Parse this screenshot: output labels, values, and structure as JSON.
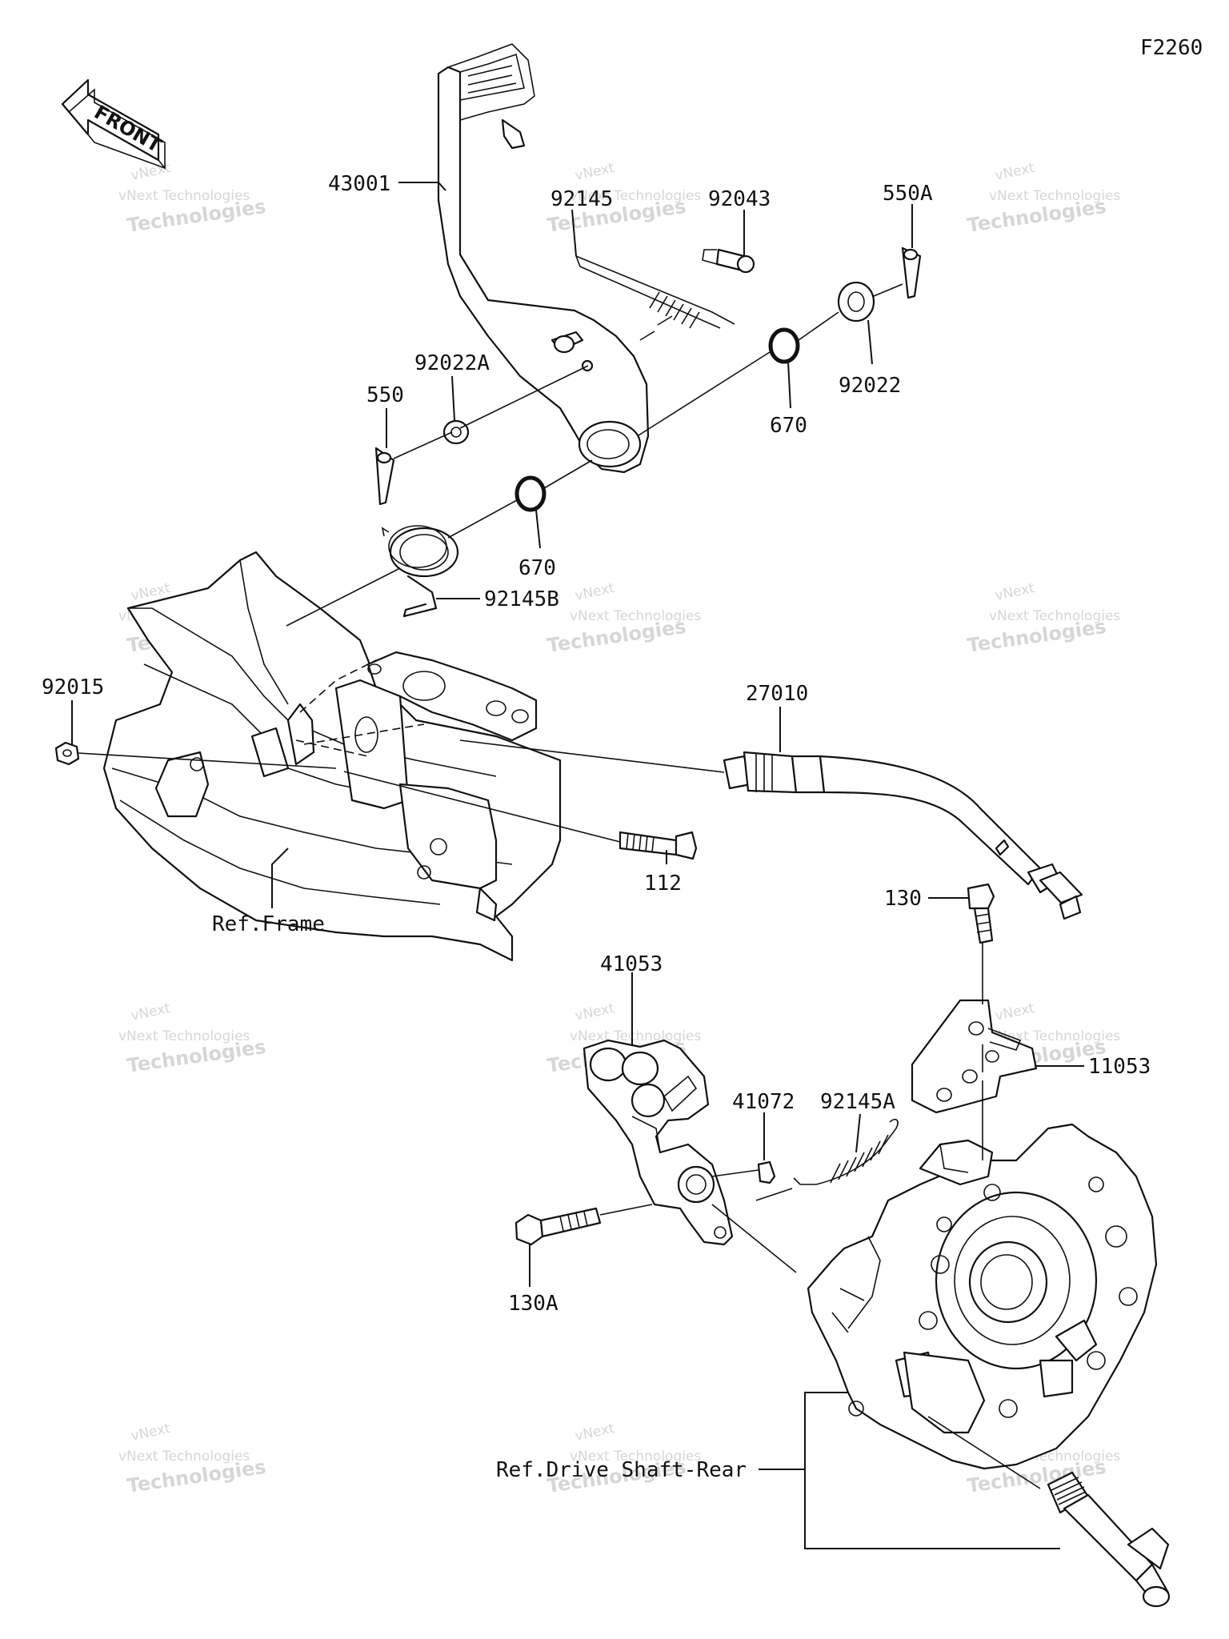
{
  "diagram_code": "F2260",
  "front_label": "FRONT",
  "watermark": {
    "line1": "vNext",
    "line2": "vNext Technologies",
    "line3": "Technologies"
  },
  "callouts": [
    {
      "id": "43001",
      "label": "43001"
    },
    {
      "id": "92145",
      "label": "92145"
    },
    {
      "id": "92043",
      "label": "92043"
    },
    {
      "id": "550A",
      "label": "550A"
    },
    {
      "id": "92022A",
      "label": "92022A"
    },
    {
      "id": "550",
      "label": "550"
    },
    {
      "id": "670a",
      "label": "670"
    },
    {
      "id": "92022",
      "label": "92022"
    },
    {
      "id": "670b",
      "label": "670"
    },
    {
      "id": "92145B",
      "label": "92145B"
    },
    {
      "id": "92015",
      "label": "92015"
    },
    {
      "id": "27010",
      "label": "27010"
    },
    {
      "id": "112",
      "label": "112"
    },
    {
      "id": "130",
      "label": "130"
    },
    {
      "id": "41053",
      "label": "41053"
    },
    {
      "id": "11053",
      "label": "11053"
    },
    {
      "id": "41072",
      "label": "41072"
    },
    {
      "id": "92145A",
      "label": "92145A"
    },
    {
      "id": "130A",
      "label": "130A"
    }
  ],
  "references": [
    {
      "id": "ref-frame",
      "label": "Ref.Frame"
    },
    {
      "id": "ref-drive",
      "label": "Ref.Drive Shaft-Rear"
    }
  ]
}
